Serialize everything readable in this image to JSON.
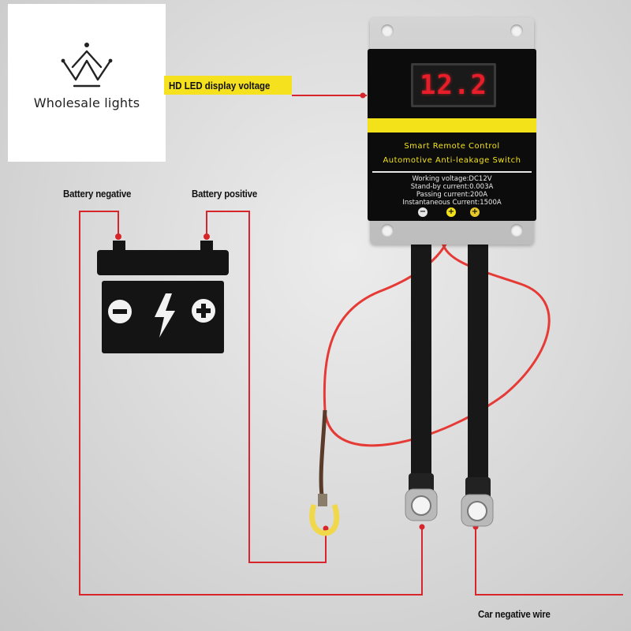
{
  "logo": {
    "text": "Wholesale lights",
    "crown_icon": "crown-icon"
  },
  "labels": {
    "hd_display": "HD LED display voltage",
    "battery_negative": "Battery negative",
    "battery_positive": "Battery positive",
    "car_negative": "Car negative wire"
  },
  "device": {
    "display_value": "12.2",
    "title_line1": "Smart Remote Control",
    "title_line2": "Automotive Anti-leakage Switch",
    "specs": [
      "Working voltage:DC12V",
      "Stand-by current:0.003A",
      "Passing current:200A",
      "Instantaneous Current:1500A"
    ],
    "terminals": [
      "−",
      "+",
      "+"
    ]
  },
  "battery": {
    "icons": [
      "minus-icon",
      "lightning-icon",
      "plus-icon"
    ]
  },
  "colors": {
    "wire_red": "#d6262b",
    "accent_yellow": "#f3e21a",
    "display_red": "#e81d2a",
    "body_black": "#0c0c0c"
  }
}
